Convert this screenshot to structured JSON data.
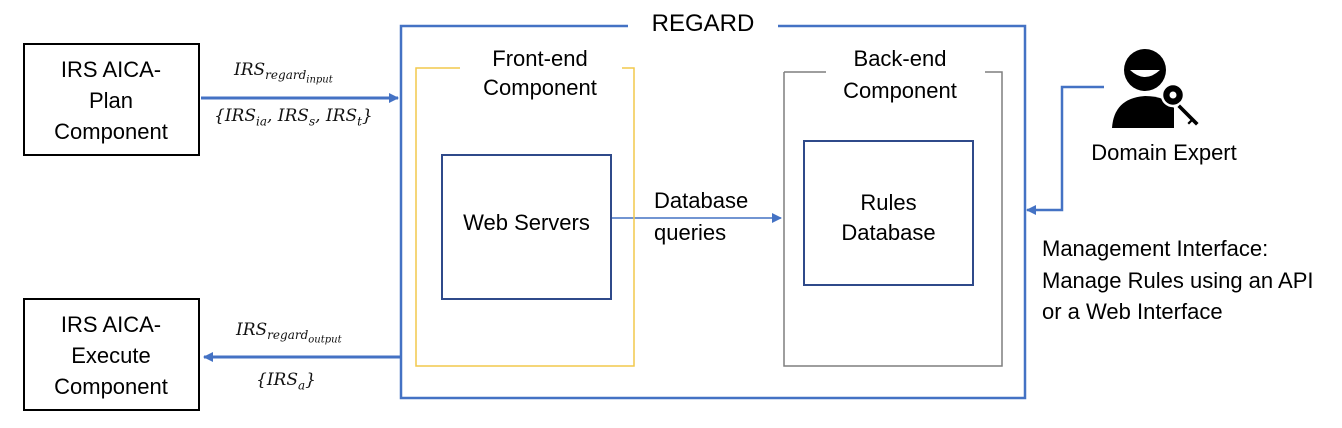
{
  "regard": {
    "title": "REGARD"
  },
  "plan_component": {
    "lines": [
      "IRS AICA-",
      "Plan",
      "Component"
    ]
  },
  "execute_component": {
    "lines": [
      "IRS AICA-",
      "Execute",
      "Component"
    ]
  },
  "input_arrow": {
    "label_base": "IRS",
    "label_sub": "regard",
    "label_subsub": "input",
    "set": "{IRS_ia, IRS_s, IRS_t}"
  },
  "output_arrow": {
    "label_base": "IRS",
    "label_sub": "regard",
    "label_subsub": "output",
    "set": "{IRS_a}"
  },
  "front_end": {
    "lines": [
      "Front-end",
      "Component"
    ]
  },
  "back_end": {
    "lines": [
      "Back-end",
      "Component"
    ]
  },
  "web_servers": {
    "label": "Web Servers"
  },
  "rules_db": {
    "lines": [
      "Rules",
      "Database"
    ]
  },
  "db_queries": {
    "lines": [
      "Database",
      "queries"
    ]
  },
  "domain_expert": {
    "label": "Domain Expert",
    "icon": "user-key-icon"
  },
  "management": {
    "lines": [
      "Management Interface:",
      "Manage Rules using an API",
      "or a Web Interface"
    ]
  },
  "colors": {
    "blue": "#4472C4",
    "yellow": "#F2C94C",
    "gray": "#7F7F7F",
    "black": "#000000"
  }
}
